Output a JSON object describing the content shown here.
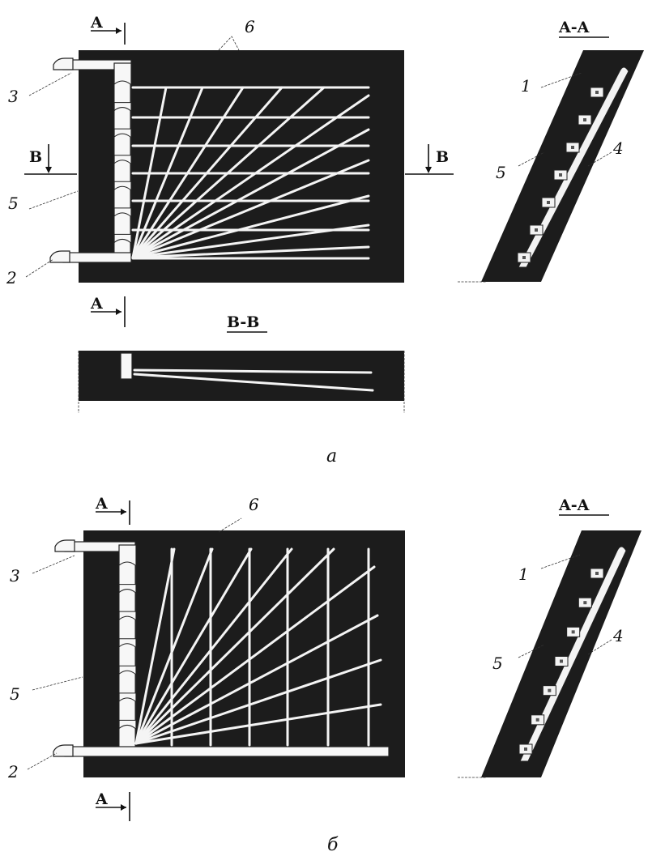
{
  "figure": {
    "section_marks": {
      "a_a": "A-A",
      "b_b": "B-B",
      "a": "A",
      "b": "B"
    },
    "part_a": {
      "caption": "а",
      "labels": {
        "l1": "1",
        "l2": "2",
        "l3": "3",
        "l4": "4",
        "l5": "5",
        "l6": "6"
      }
    },
    "part_b": {
      "caption": "б",
      "labels": {
        "l1": "1",
        "l2": "2",
        "l3": "3",
        "l4": "4",
        "l5": "5",
        "l6": "6"
      }
    }
  }
}
